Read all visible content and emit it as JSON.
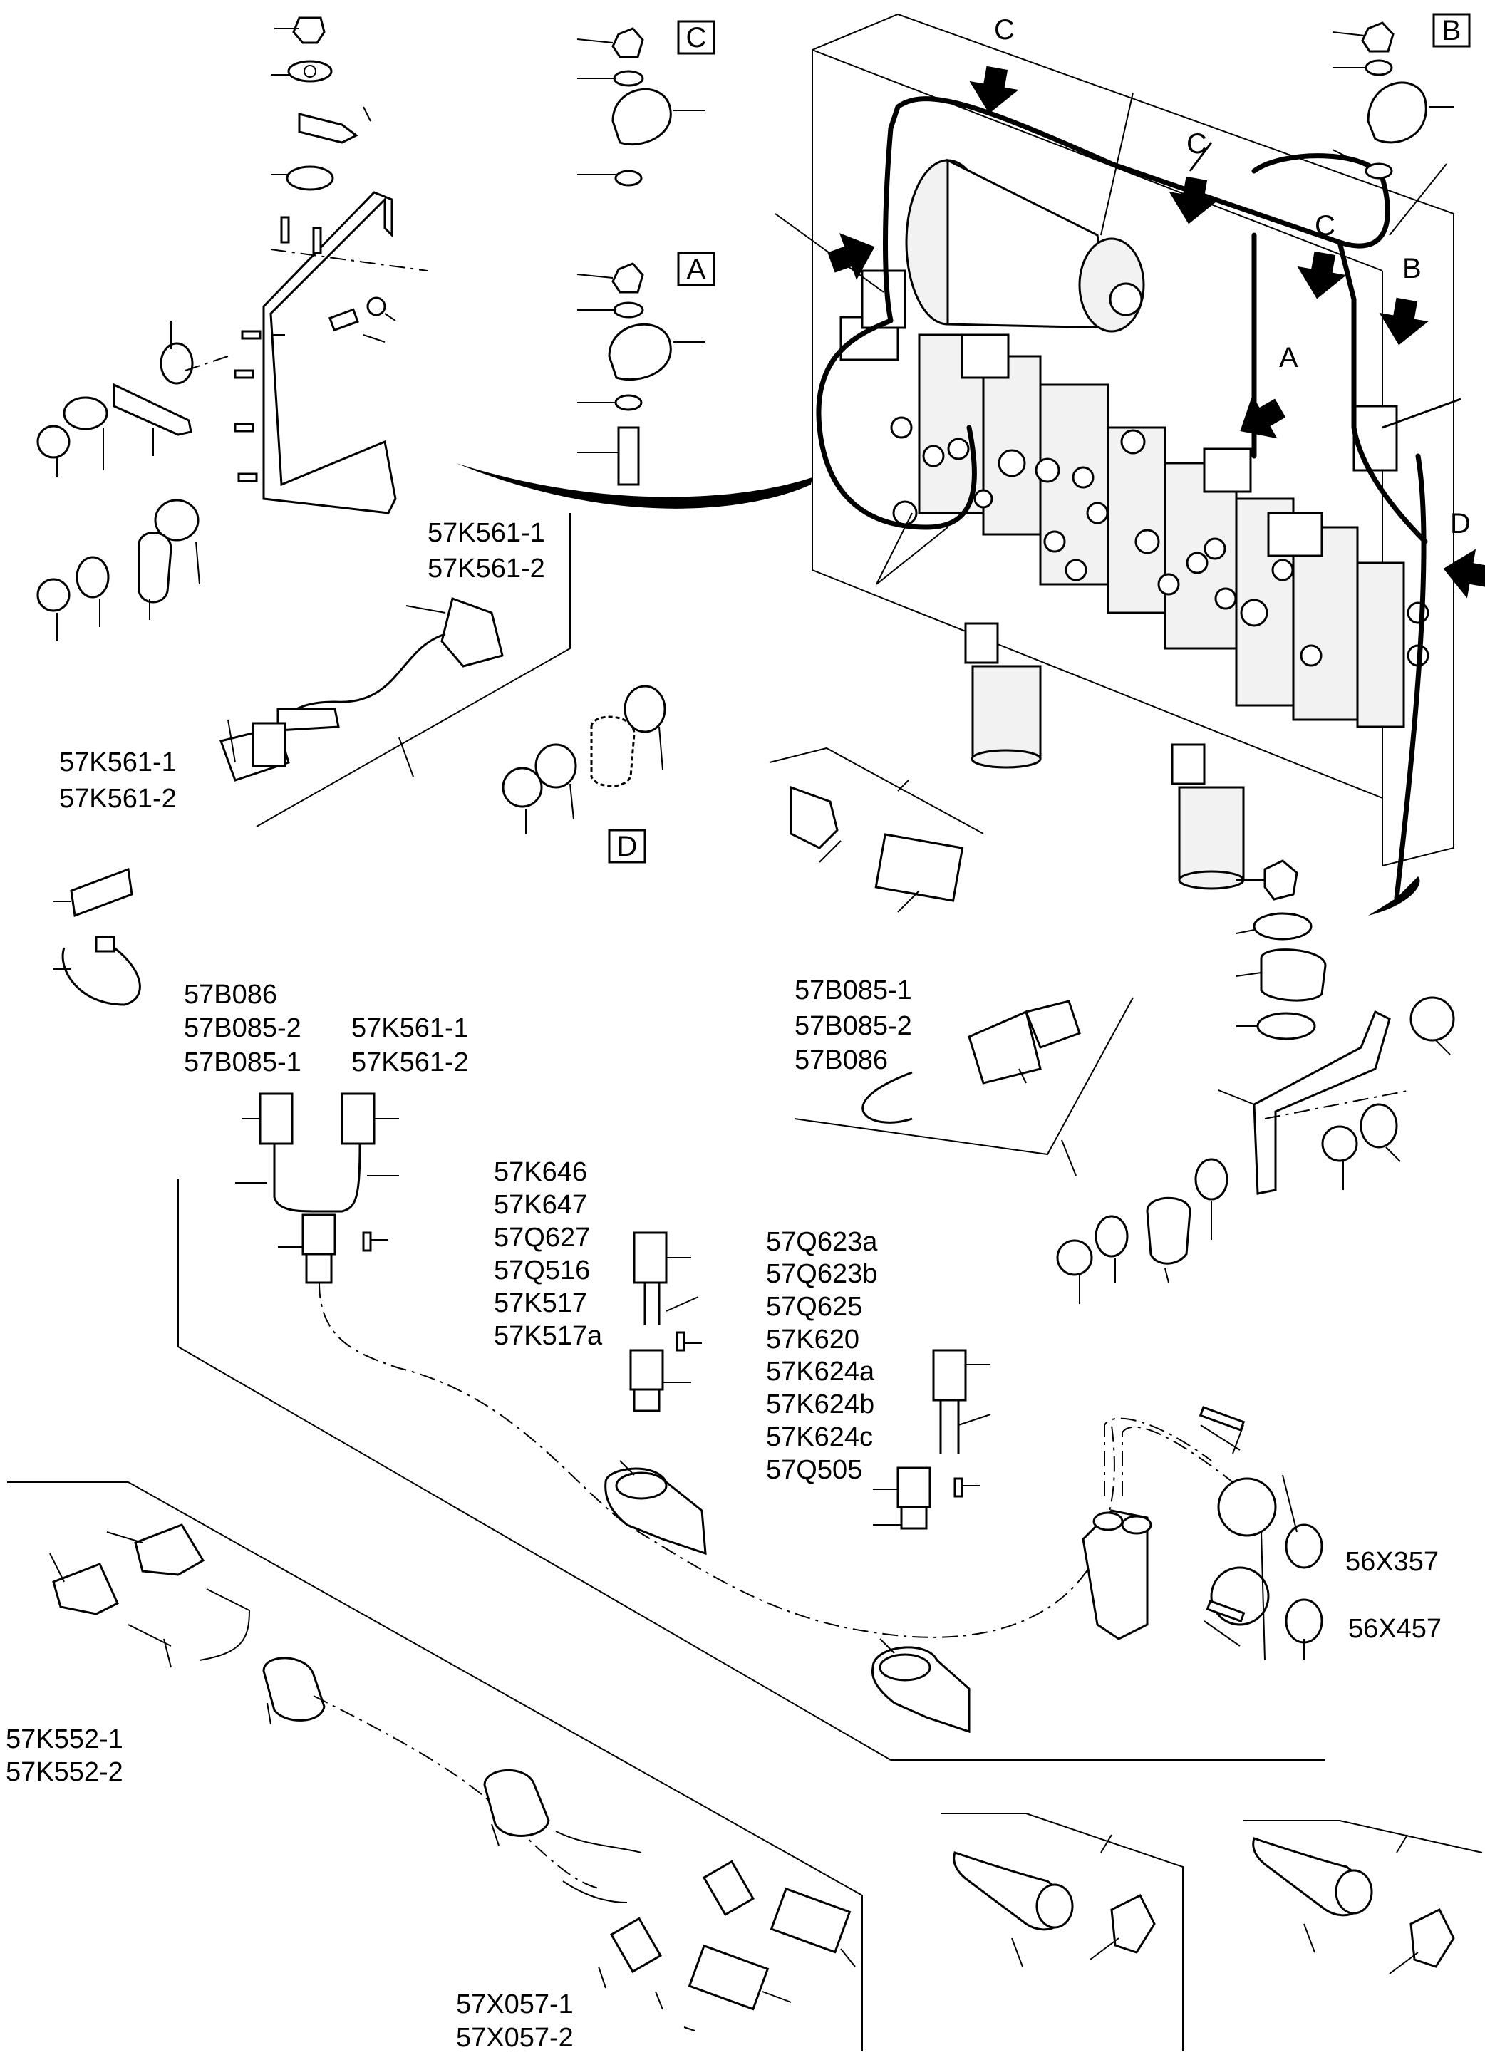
{
  "view_markers": {
    "C_top": "C",
    "A_top": "A",
    "B_top": "B",
    "D_mid": "D"
  },
  "arrow_callouts": {
    "c1": "C",
    "c2": "C",
    "c3": "C",
    "c4": "C",
    "b": "B",
    "a": "A",
    "d": "D"
  },
  "labels": {
    "k561_upper": [
      "57K561-1",
      "57K561-2"
    ],
    "k561_lower": [
      "57K561-1",
      "57K561-2"
    ],
    "b085_block": [
      "57B085-1",
      "57B085-2",
      "57B086"
    ],
    "b086_block": [
      "57B086",
      "57B085-2",
      "57B085-1"
    ],
    "k561_mid": [
      "57K561-1",
      "57K561-2"
    ],
    "k646_block": [
      "57K646",
      "57K647",
      "57Q627",
      "57Q516",
      "57K517",
      "57K517a"
    ],
    "q623_block": [
      "57Q623a",
      "57Q623b",
      "57Q625",
      "57K620",
      "57K624a",
      "57K624b",
      "57K624c",
      "57Q505"
    ],
    "x357": "56X357",
    "x457": "56X457",
    "k552": [
      "57K552-1",
      "57K552-2"
    ],
    "x057": [
      "57X057-1",
      "57X057-2"
    ]
  }
}
